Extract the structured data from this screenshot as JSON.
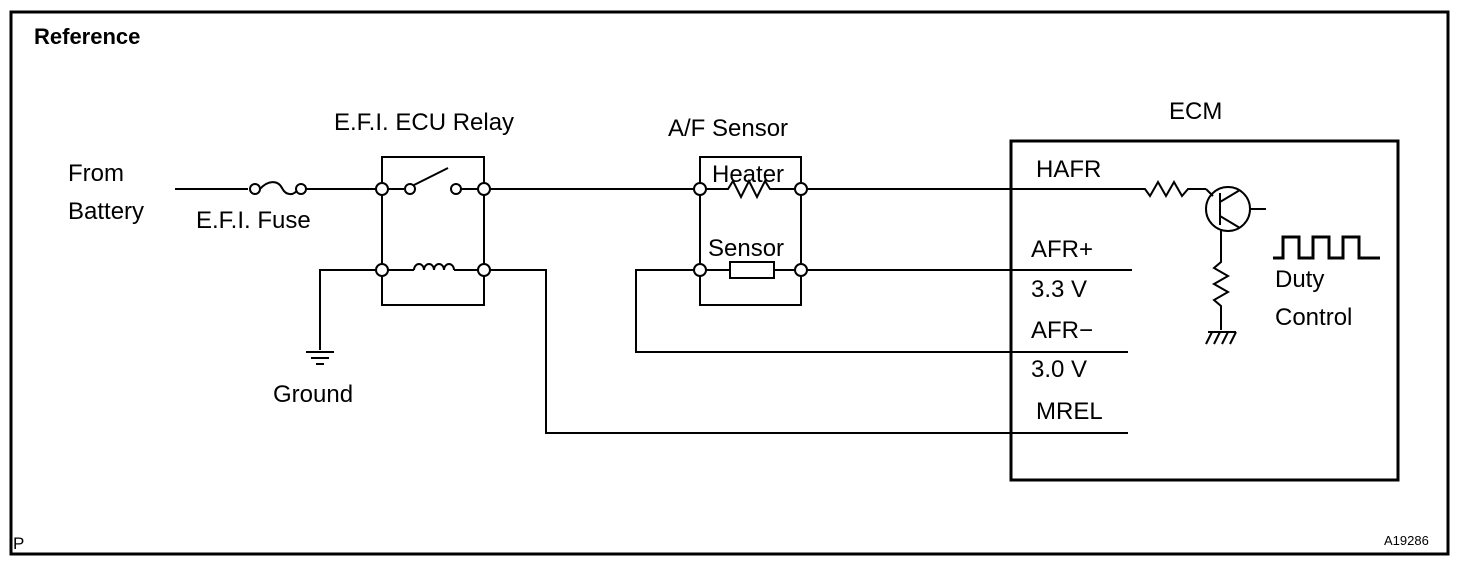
{
  "header": {
    "title": "Reference"
  },
  "labels": {
    "from_battery_1": "From",
    "from_battery_2": "Battery",
    "efi_fuse": "E.F.I. Fuse",
    "efi_relay": "E.F.I. ECU Relay",
    "ground": "Ground",
    "af_sensor": "A/F Sensor",
    "heater": "Heater",
    "sensor": "Sensor",
    "ecm": "ECM",
    "hafr": "HAFR",
    "afr_plus": "AFR+",
    "afr_plus_v": "3.3 V",
    "afr_minus": "AFR−",
    "afr_minus_v": "3.0 V",
    "mrel": "MREL",
    "duty_1": "Duty",
    "duty_2": "Control"
  },
  "footer": {
    "left": "P",
    "right": "A19286"
  }
}
